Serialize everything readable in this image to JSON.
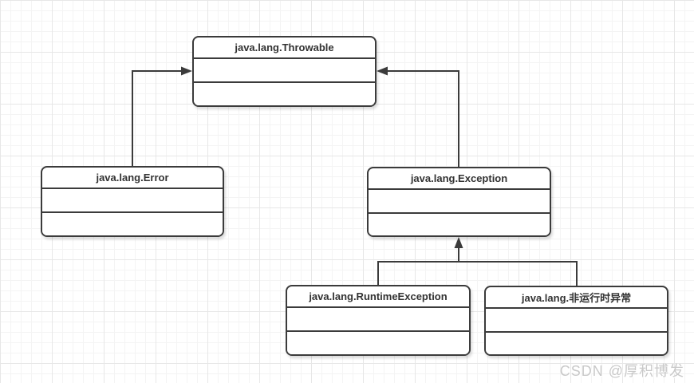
{
  "diagram": {
    "classes": {
      "throwable": {
        "title": "java.lang.Throwable"
      },
      "error": {
        "title": "java.lang.Error"
      },
      "exception": {
        "title": "java.lang.Exception"
      },
      "runtime": {
        "title": "java.lang.RuntimeException"
      },
      "nonruntime": {
        "title": "java.lang.非运行时异常"
      }
    },
    "relations": [
      {
        "from": "java.lang.Error",
        "to": "java.lang.Throwable",
        "type": "inheritance-arrow"
      },
      {
        "from": "java.lang.Exception",
        "to": "java.lang.Throwable",
        "type": "inheritance-arrow"
      },
      {
        "from": "java.lang.RuntimeException",
        "to": "java.lang.Exception",
        "type": "inheritance-arrow"
      },
      {
        "from": "java.lang.非运行时异常",
        "to": "java.lang.Exception",
        "type": "inheritance-arrow"
      }
    ],
    "colors": {
      "stroke": "#3b3b3b",
      "text": "#333333",
      "grid_minor": "#f4f4f4",
      "grid_major": "#e7e7e7"
    }
  },
  "watermark": {
    "text": "CSDN @厚积博发"
  }
}
